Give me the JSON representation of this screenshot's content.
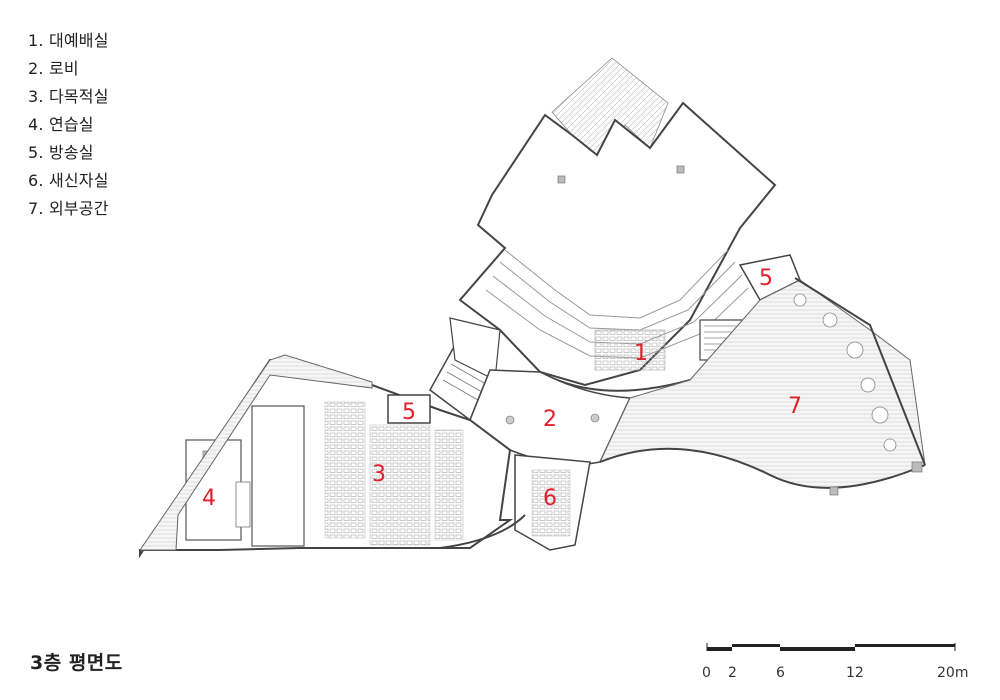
{
  "legend": [
    {
      "num": "1.",
      "name": "대예배실"
    },
    {
      "num": "2.",
      "name": "로비"
    },
    {
      "num": "3.",
      "name": "다목적실"
    },
    {
      "num": "4.",
      "name": "연습실"
    },
    {
      "num": "5.",
      "name": "방송실"
    },
    {
      "num": "6.",
      "name": "새신자실"
    },
    {
      "num": "7.",
      "name": "외부공간"
    }
  ],
  "room_labels": [
    "1",
    "2",
    "3",
    "4",
    "5",
    "5",
    "6",
    "7"
  ],
  "title": "3층 평면도",
  "scale": {
    "ticks": [
      "0",
      "2",
      "6",
      "12",
      "20m"
    ]
  },
  "colors": {
    "room_number": "#e0202a",
    "wall": "#444444",
    "ink": "#222222"
  }
}
